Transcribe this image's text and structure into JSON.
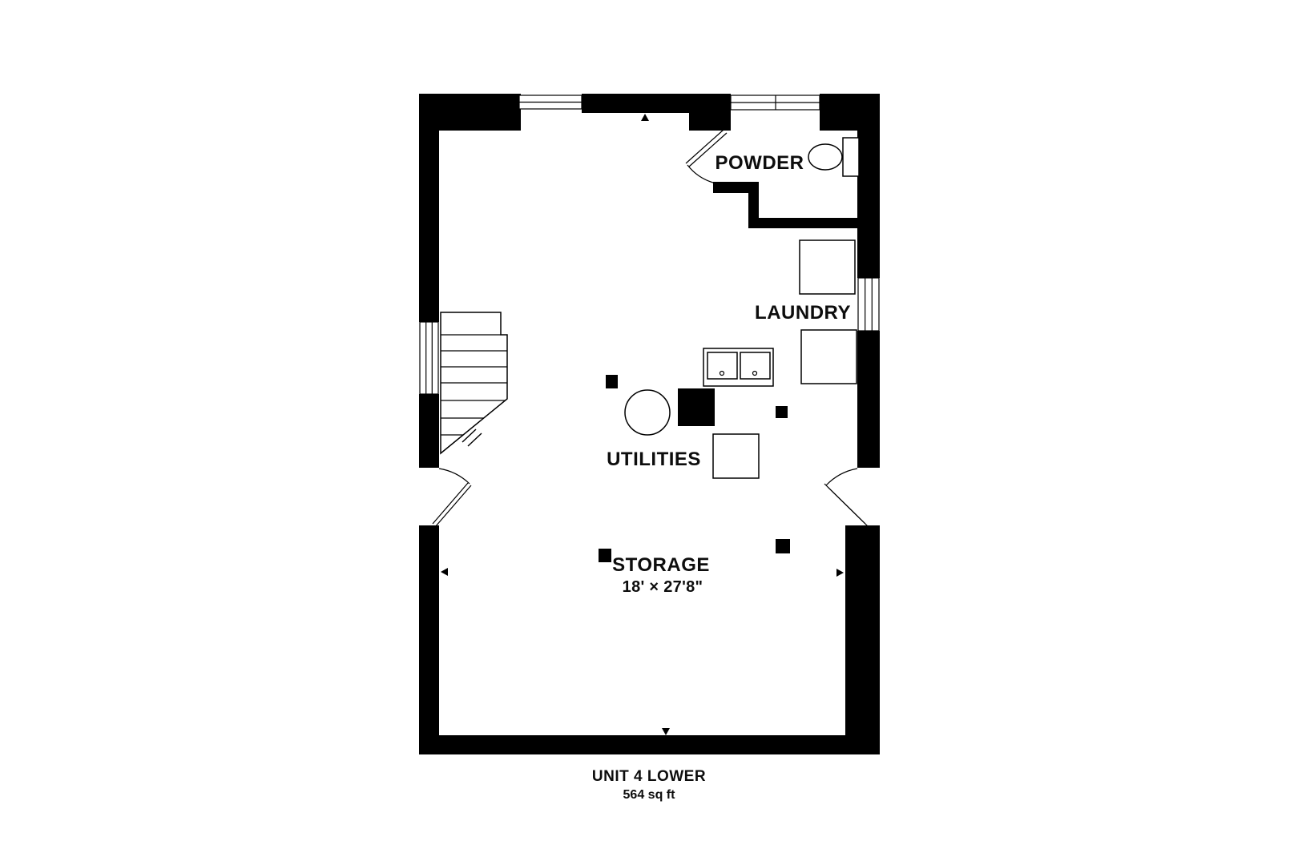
{
  "plan": {
    "title": "UNIT 4 LOWER",
    "area": "564 sq ft",
    "rooms": {
      "powder": {
        "label": "POWDER"
      },
      "laundry": {
        "label": "LAUNDRY"
      },
      "utilities": {
        "label": "UTILITIES"
      },
      "storage": {
        "label": "STORAGE",
        "dimensions": "18' × 27'8\""
      }
    },
    "colors": {
      "wall": "#000000",
      "background": "#ffffff",
      "line": "#000000"
    }
  }
}
